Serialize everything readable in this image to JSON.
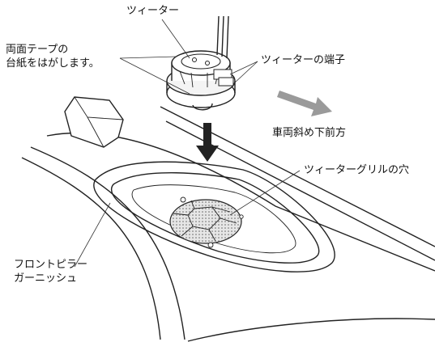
{
  "labels": {
    "tweeter": "ツィーター",
    "tape_line1": "両面テープの",
    "tape_line2": "台紙をはがします。",
    "tweeter_terminal": "ツィーターの端子",
    "vehicle_direction": "車両斜め下前方",
    "tweeter_grille_hole": "ツィーターグリルの穴",
    "pillar_line1": "フロントピラー",
    "pillar_line2": "ガーニッシュ"
  },
  "colors": {
    "line": "#222222",
    "arrow_dark": "#222222",
    "arrow_gray": "#9a9a9a",
    "grille_fill": "#d9d9d9"
  }
}
